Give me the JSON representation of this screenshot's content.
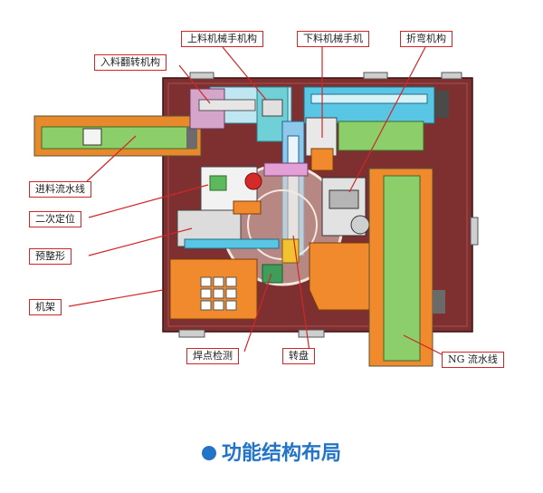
{
  "colors": {
    "frame": "#7e2f2f",
    "frame_dark": "#5a1f1f",
    "conveyor_green": "#8ccf6a",
    "conveyor_orange": "#f08a2c",
    "leader_red": "#d0262a",
    "rail_cyan": "#58c6e4",
    "caption_blue": "#2274c9"
  },
  "labels": {
    "loading_robot": "上料机械手机构",
    "unloading_robot": "下料机械手机",
    "bending": "折弯机构",
    "infeed_flip": "入料翻转机构",
    "infeed_conveyor": "进料流水线",
    "secondary_positioning": "二次定位",
    "pre_shaping": "预整形",
    "machine_frame": "机架",
    "solder_inspection": "焊点检测",
    "turntable": "转盘",
    "ng_conveyor": "NG 流水线"
  },
  "caption": "功能结构布局"
}
